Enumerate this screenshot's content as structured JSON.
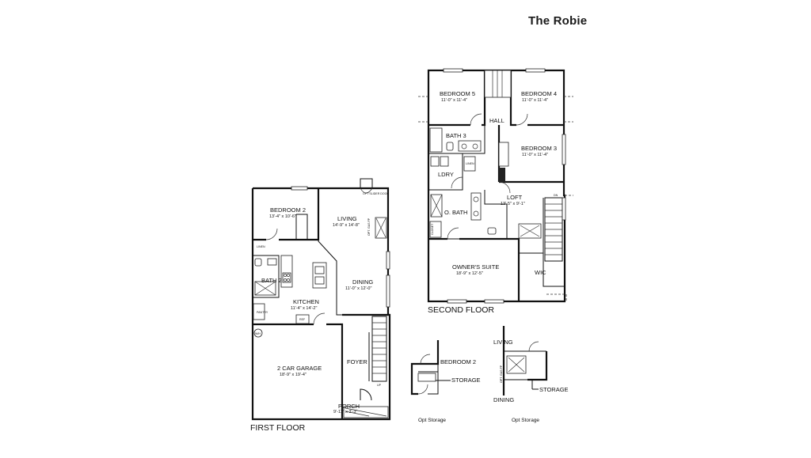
{
  "title": "The Robie",
  "first_floor": {
    "label": "FIRST FLOOR",
    "rooms": {
      "bedroom2": {
        "name": "BEDROOM 2",
        "dim": "13'-4\" x 10'-6\""
      },
      "living": {
        "name": "LIVING",
        "dim": "14'-9\" x 14'-8\""
      },
      "dining": {
        "name": "DINING",
        "dim": "11'-0\" x 12'-0\""
      },
      "kitchen": {
        "name": "KITCHEN",
        "dim": "11'-4\" x 14'-2\""
      },
      "bath2": {
        "name": "BATH 2"
      },
      "garage": {
        "name": "2 CAR GARAGE",
        "dim": "18'-9\" x 19'-4\""
      },
      "foyer": {
        "name": "FOYER"
      },
      "porch": {
        "name": "PORCH",
        "dim": "9'-11\" x 3'-3\""
      }
    },
    "small": {
      "pantry": "PANTRY",
      "ref": "REF",
      "wh": "W/H",
      "linen": "LINEN",
      "opt_slider": "OPT SLIDER DOOR",
      "fireplace": "OPT. GAS FP",
      "up": "UP"
    }
  },
  "second_floor": {
    "label": "SECOND FLOOR",
    "rooms": {
      "bedroom5": {
        "name": "BEDROOM 5",
        "dim": "11'-0\" x 11'-4\""
      },
      "bedroom4": {
        "name": "BEDROOM 4",
        "dim": "11'-0\" x 11'-4\""
      },
      "hall": {
        "name": "HALL"
      },
      "bath3": {
        "name": "BATH 3"
      },
      "bedroom3": {
        "name": "BEDROOM 3",
        "dim": "11'-0\" x 11'-4\""
      },
      "ldry": {
        "name": "LDRY"
      },
      "loft": {
        "name": "LOFT",
        "dim": "13'-5\" x 9'-1\""
      },
      "obath": {
        "name": "O. BATH"
      },
      "owners": {
        "name": "OWNER'S SUITE",
        "dim": "18'-9\" x 12'-5\""
      },
      "wic": {
        "name": "WIC"
      }
    },
    "small": {
      "linen": "LINEN",
      "closet": "CLOSET",
      "dn": "DN"
    }
  },
  "opt_storage_1": {
    "label": "Opt Storage",
    "room": "BEDROOM 2",
    "callout": "STORAGE"
  },
  "opt_storage_2": {
    "label": "Opt Storage",
    "top": "LIVING",
    "bottom": "DINING",
    "callout": "STORAGE",
    "fireplace": "OPT. GAS FP"
  }
}
